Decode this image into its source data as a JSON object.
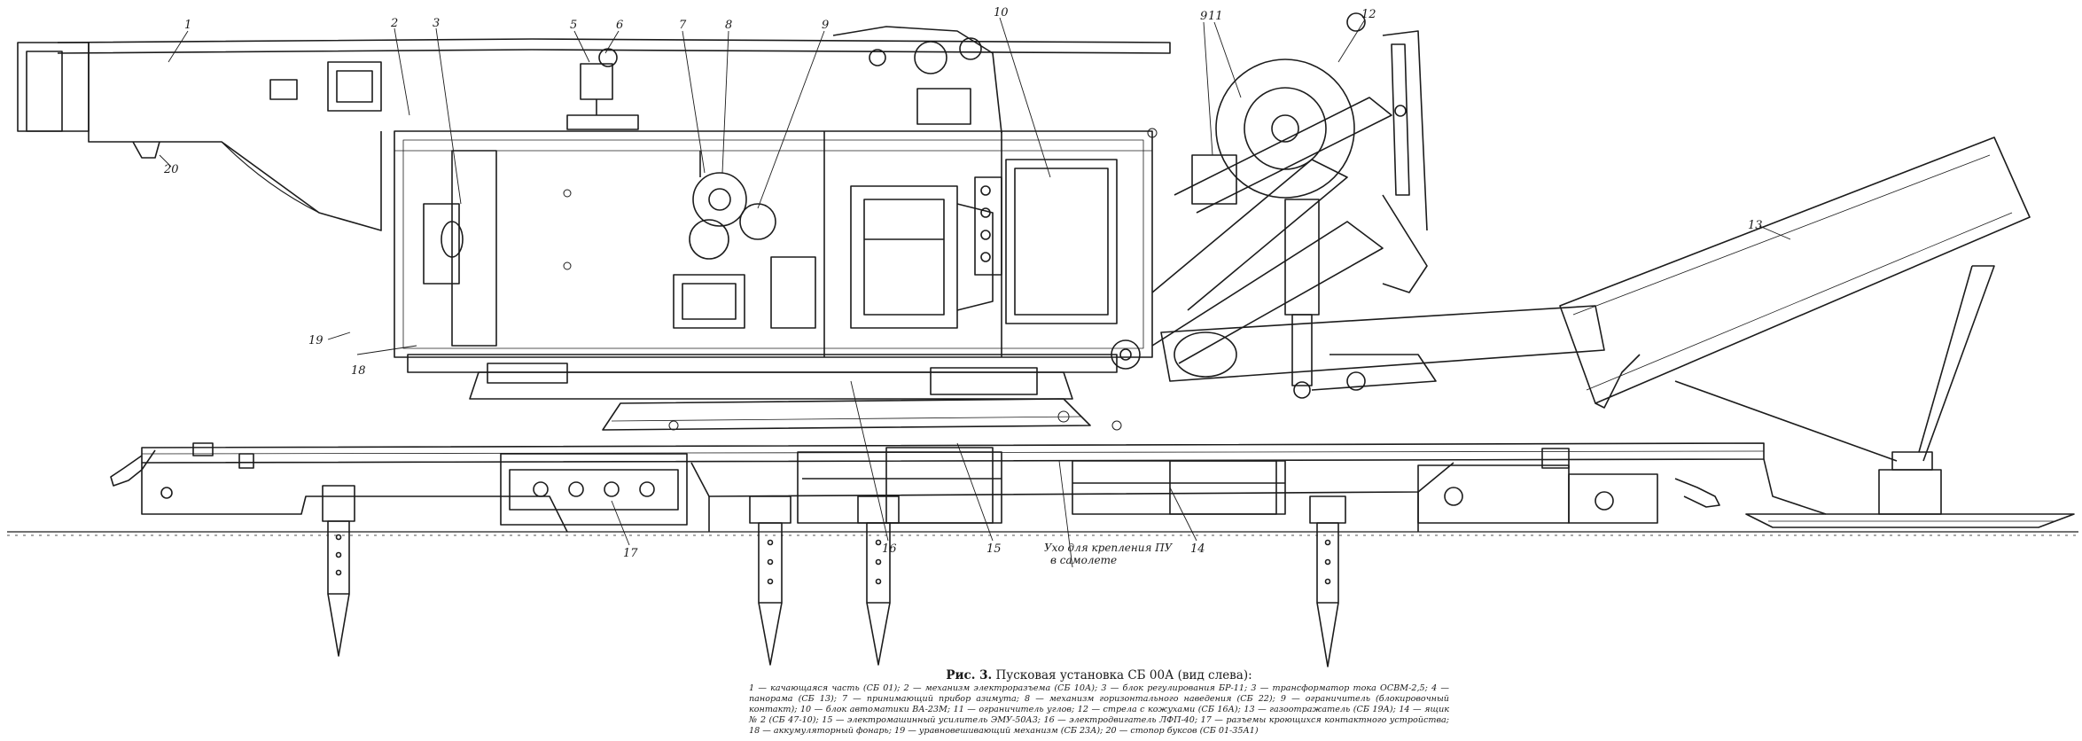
{
  "figure": {
    "caption_label": "Рис. 3.",
    "caption_title": "Пусковая установка СБ 00А (вид слева):",
    "caption_text": "1 — качающаяся часть (СБ 01); 2 — механизм электроразъема (СБ 10А); 3 — блок регулирования БР-11; 3 — трансформатор тока ОСВМ-2,5; 4 — панорама (СБ 13); 7 — принимающий прибор азимута; 8 — механизм горизонтального наведения (СБ 22); 9 — ограничитель (блокировочный контакт); 10 — блок автоматики ВА-23М; 11 — ограничитель углов; 12 — стрела с кожухами (СБ 16А); 13 — газоотражатель (СБ 19А); 14 — ящик № 2 (СБ 47-10); 15 — электромашинный усилитель ЭМУ-50А3; 16 — электродвигатель ЛФП-40; 17 — разъемы кроющихся контактного устройства; 18 — аккумуляторный фонарь; 19 — уравновешивающий механизм (СБ 23А); 20 — стопор буксов (СБ 01-35А1)",
    "note_line1": "Ухо для крепления ПУ",
    "note_line2": "в самолете"
  },
  "callouts": [
    {
      "id": "1",
      "label": "1"
    },
    {
      "id": "2",
      "label": "2"
    },
    {
      "id": "3",
      "label": "3"
    },
    {
      "id": "5",
      "label": "5"
    },
    {
      "id": "6",
      "label": "6"
    },
    {
      "id": "7",
      "label": "7"
    },
    {
      "id": "8",
      "label": "8"
    },
    {
      "id": "9a",
      "label": "9"
    },
    {
      "id": "9b",
      "label": "9"
    },
    {
      "id": "10",
      "label": "10"
    },
    {
      "id": "11",
      "label": "11"
    },
    {
      "id": "12",
      "label": "12"
    },
    {
      "id": "13",
      "label": "13"
    },
    {
      "id": "14",
      "label": "14"
    },
    {
      "id": "15",
      "label": "15"
    },
    {
      "id": "16",
      "label": "16"
    },
    {
      "id": "17",
      "label": "17"
    },
    {
      "id": "18",
      "label": "18"
    },
    {
      "id": "19",
      "label": "19"
    },
    {
      "id": "20",
      "label": "20"
    }
  ]
}
